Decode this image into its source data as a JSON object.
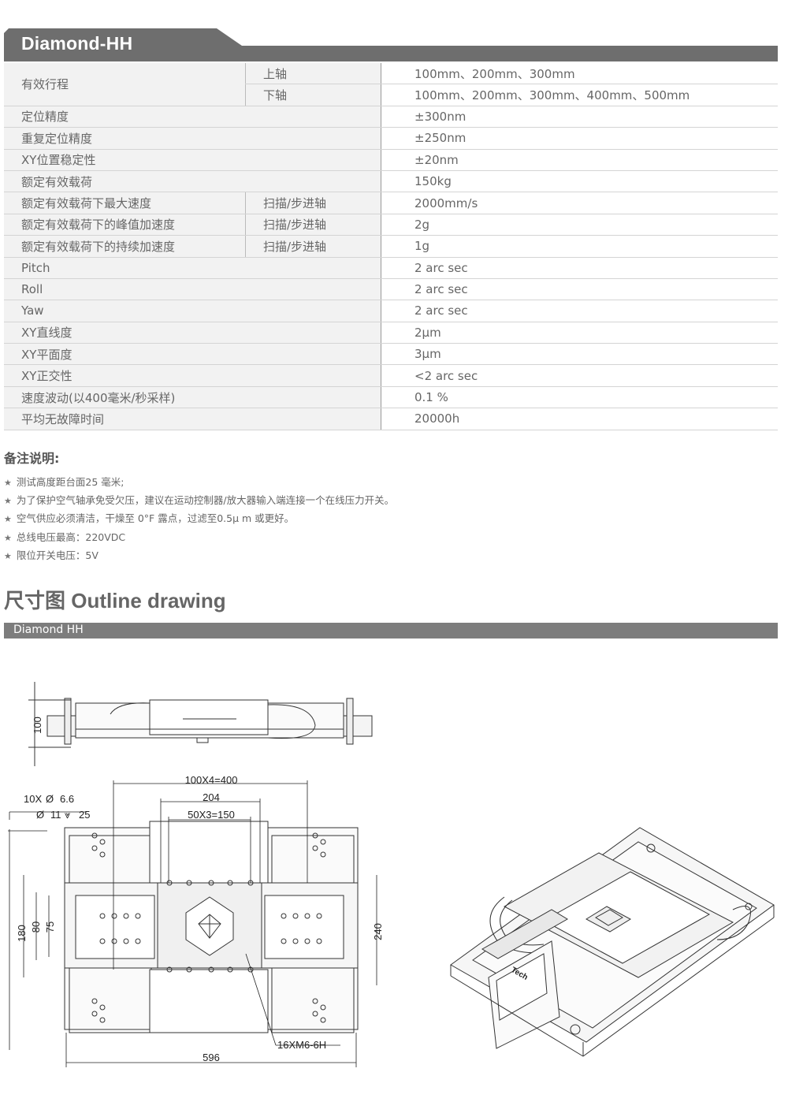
{
  "title": "Diamond-HH",
  "specs": {
    "stroke": {
      "label": "有效行程",
      "upper_label": "上轴",
      "upper_value": "100mm、200mm、300mm",
      "lower_label": "下轴",
      "lower_value": "100mm、200mm、300mm、400mm、500mm"
    },
    "rows": [
      {
        "label": "定位精度",
        "value": "±300nm"
      },
      {
        "label": "重复定位精度",
        "value": "±250nm"
      },
      {
        "label": "XY位置稳定性",
        "value": "±20nm"
      },
      {
        "label": "额定有效载荷",
        "value": "150kg"
      }
    ],
    "axis_rows": [
      {
        "label": "额定有效载荷下最大速度",
        "axis": "扫描/步进轴",
        "value": "2000mm/s"
      },
      {
        "label": "额定有效载荷下的峰值加速度",
        "axis": "扫描/步进轴",
        "value": "2g"
      },
      {
        "label": "额定有效载荷下的持续加速度",
        "axis": "扫描/步进轴",
        "value": "1g"
      }
    ],
    "rows2": [
      {
        "label": "Pitch",
        "value": "2 arc sec"
      },
      {
        "label": "Roll",
        "value": "2 arc sec"
      },
      {
        "label": "Yaw",
        "value": "2 arc sec"
      },
      {
        "label": "XY直线度",
        "value": "2μm"
      },
      {
        "label": "XY平面度",
        "value": "3μm"
      },
      {
        "label": "XY正交性",
        "value": "<2 arc sec"
      },
      {
        "label": "速度波动(以400毫米/秒采样)",
        "value": "0.1 %"
      },
      {
        "label": "平均无故障时间",
        "value": "20000h"
      }
    ]
  },
  "notes": {
    "title": "备注说明:",
    "star": "★",
    "items": [
      "测试高度距台面25 毫米;",
      "为了保护空气轴承免受欠压，建议在运动控制器/放大器输入端连接一个在线压力开关。",
      "空气供应必须清洁，干燥至 0°F 露点，过滤至0.5μ m 或更好。",
      "总线电压最高：220VDC",
      "限位开关电压：5V"
    ]
  },
  "outline": {
    "title": "尺寸图  Outline drawing",
    "bar_label": "Diamond HH",
    "dims": {
      "height": "100",
      "spacing_400": "100X4=400",
      "w204": "204",
      "spacing_150": "50X3=150",
      "holes": "10X",
      "hole_dia": "6.6",
      "cbore": "11",
      "cbore_depth": "25",
      "d180": "180",
      "d80": "80",
      "d75": "75",
      "d240": "240",
      "thread": "16XM6-6H",
      "width": "596"
    },
    "diameter_symbol": "Ø",
    "depth_symbol": "⩔"
  }
}
